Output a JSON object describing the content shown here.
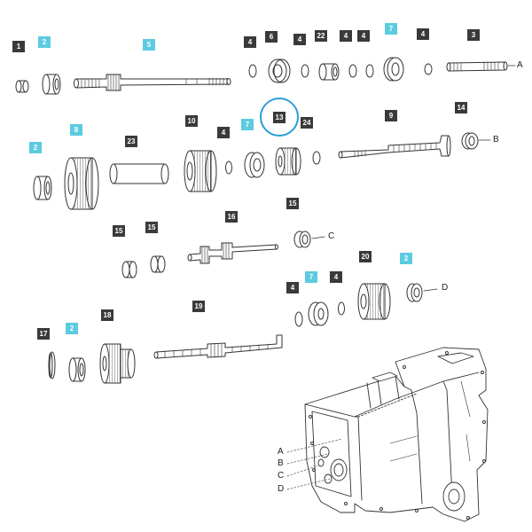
{
  "accent": "#5ccbe0",
  "highlight_color": "#2a9fd8",
  "callouts": [
    {
      "id": "c1",
      "label": "1",
      "style": "dark"
    },
    {
      "id": "c2",
      "label": "2",
      "style": "cyan"
    },
    {
      "id": "c3",
      "label": "5",
      "style": "cyan"
    },
    {
      "id": "c4",
      "label": "4",
      "style": "dark"
    },
    {
      "id": "c5",
      "label": "6",
      "style": "dark"
    },
    {
      "id": "c6",
      "label": "4",
      "style": "dark"
    },
    {
      "id": "c7",
      "label": "22",
      "style": "dark"
    },
    {
      "id": "c8",
      "label": "4",
      "style": "dark"
    },
    {
      "id": "c9",
      "label": "4",
      "style": "dark"
    },
    {
      "id": "c10",
      "label": "7",
      "style": "cyan"
    },
    {
      "id": "c11",
      "label": "4",
      "style": "dark"
    },
    {
      "id": "c12",
      "label": "3",
      "style": "dark"
    },
    {
      "id": "c13",
      "label": "8",
      "style": "cyan"
    },
    {
      "id": "c14",
      "label": "23",
      "style": "dark"
    },
    {
      "id": "c15",
      "label": "10",
      "style": "dark"
    },
    {
      "id": "c16",
      "label": "4",
      "style": "dark"
    },
    {
      "id": "c17",
      "label": "7",
      "style": "cyan"
    },
    {
      "id": "c18",
      "label": "13",
      "style": "dark"
    },
    {
      "id": "c19",
      "label": "24",
      "style": "dark"
    },
    {
      "id": "c20",
      "label": "9",
      "style": "dark"
    },
    {
      "id": "c21",
      "label": "14",
      "style": "dark"
    },
    {
      "id": "c22",
      "label": "2",
      "style": "cyan"
    },
    {
      "id": "c23",
      "label": "16",
      "style": "dark"
    },
    {
      "id": "c24",
      "label": "15",
      "style": "dark"
    },
    {
      "id": "c25",
      "label": "15",
      "style": "dark"
    },
    {
      "id": "c26",
      "label": "15",
      "style": "dark"
    },
    {
      "id": "c27",
      "label": "20",
      "style": "dark"
    },
    {
      "id": "c28",
      "label": "2",
      "style": "cyan"
    },
    {
      "id": "c29",
      "label": "4",
      "style": "dark"
    },
    {
      "id": "c30",
      "label": "7",
      "style": "cyan"
    },
    {
      "id": "c31",
      "label": "4",
      "style": "dark"
    },
    {
      "id": "c32",
      "label": "19",
      "style": "dark"
    },
    {
      "id": "c33",
      "label": "18",
      "style": "dark"
    },
    {
      "id": "c34",
      "label": "17",
      "style": "dark"
    },
    {
      "id": "c35",
      "label": "2",
      "style": "cyan"
    }
  ],
  "axis_labels": {
    "row_a": "A",
    "row_b": "B",
    "row_c": "C",
    "row_d": "D",
    "housing_a": "A",
    "housing_b": "B",
    "housing_c": "C",
    "housing_d": "D"
  }
}
